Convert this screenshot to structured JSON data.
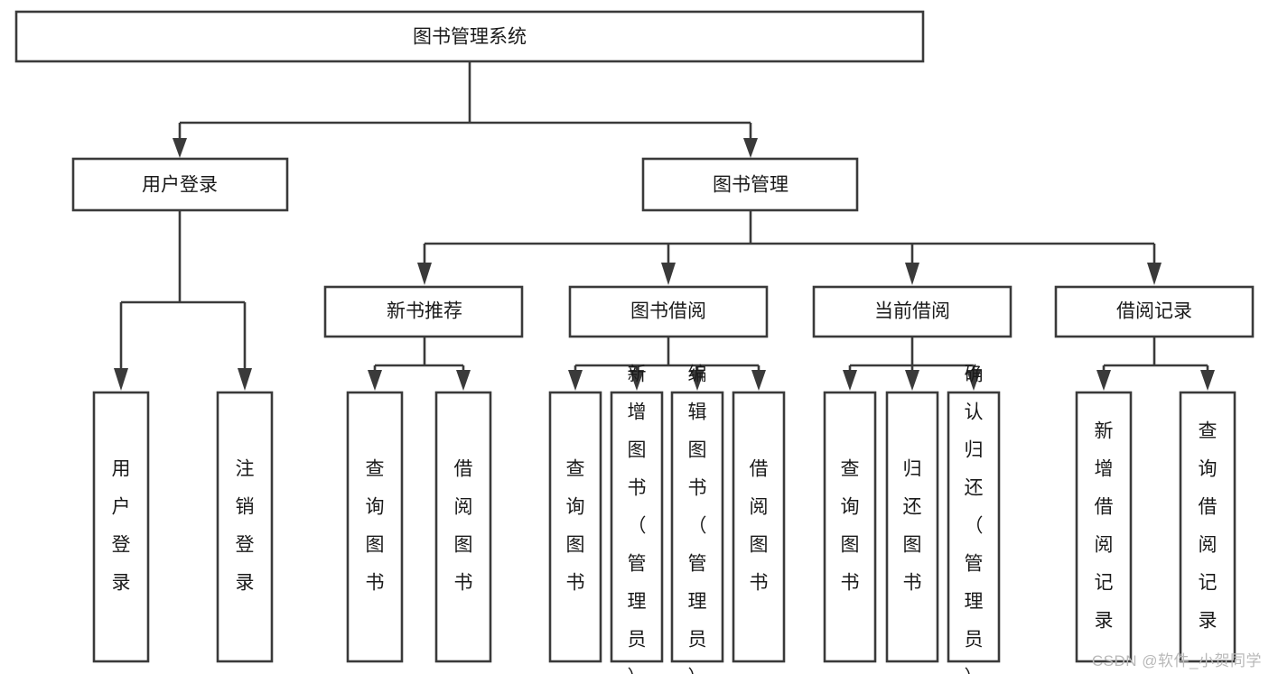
{
  "diagram": {
    "title": "图书管理系统",
    "type": "tree-hierarchy",
    "watermark": "CSDN @软件_小贺同学",
    "colors": {
      "background": "#ffffff",
      "box_fill": "#ffffff",
      "box_stroke": "#3a3a3a",
      "connector": "#3a3a3a",
      "text": "#1a1a1a",
      "watermark": "#b9b9b9"
    },
    "root": {
      "label": "图书管理系统"
    },
    "level2": [
      {
        "label": "用户登录"
      },
      {
        "label": "图书管理"
      }
    ],
    "level3": [
      {
        "label": "新书推荐"
      },
      {
        "label": "图书借阅"
      },
      {
        "label": "当前借阅"
      },
      {
        "label": "借阅记录"
      }
    ],
    "leaves_user_login": [
      {
        "label": "用户登录"
      },
      {
        "label": "注销登录"
      }
    ],
    "leaves_new_book": [
      {
        "label": "查询图书"
      },
      {
        "label": "借阅图书"
      }
    ],
    "leaves_borrow": [
      {
        "label": "查询图书"
      },
      {
        "label": "新增图书（管理员）"
      },
      {
        "label": "编辑图书（管理员）"
      },
      {
        "label": "借阅图书"
      }
    ],
    "leaves_current": [
      {
        "label": "查询图书"
      },
      {
        "label": "归还图书"
      },
      {
        "label": "确认归还（管理员）"
      }
    ],
    "leaves_record": [
      {
        "label": "新增借阅记录"
      },
      {
        "label": "查询借阅记录"
      }
    ]
  }
}
